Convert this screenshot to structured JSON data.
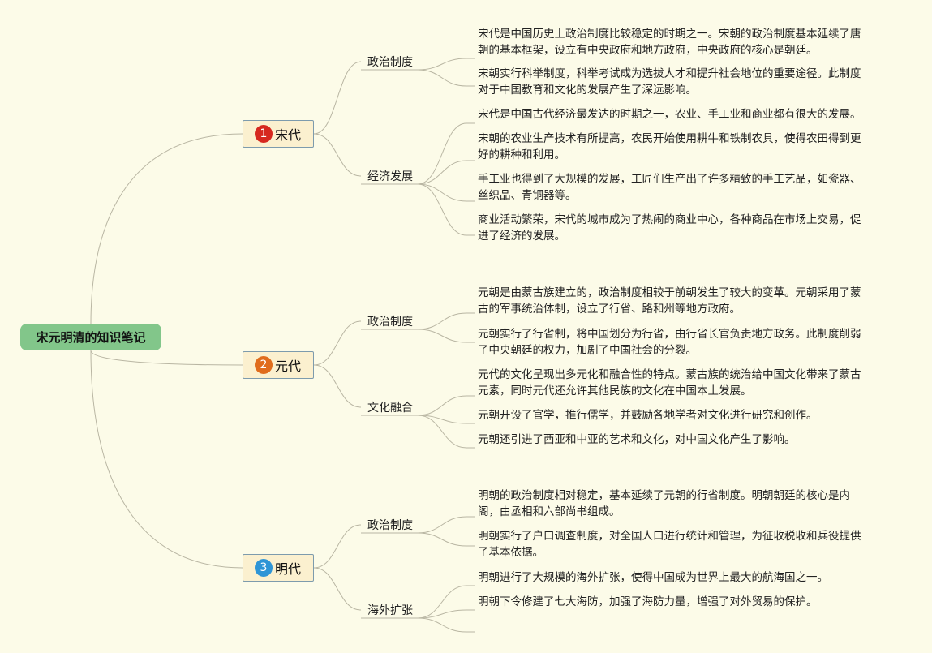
{
  "root": {
    "label": "宋元明清的知识笔记"
  },
  "colors": {
    "root_bg": "#82c68a",
    "line": "#b9b6a3",
    "song_badge": "#d6281f",
    "yuan_badge": "#e06c1d",
    "ming_badge": "#2f95d6"
  },
  "eras": [
    {
      "number": "1",
      "label": "宋代",
      "topics": [
        {
          "label": "政治制度",
          "leaves": [
            "宋代是中国历史上政治制度比较稳定的时期之一。宋朝的政治制度基本延续了唐\n朝的基本框架，设立有中央政府和地方政府，中央政府的核心是朝廷。",
            "宋朝实行科举制度，科举考试成为选拔人才和提升社会地位的重要途径。此制度\n对于中国教育和文化的发展产生了深远影响。"
          ]
        },
        {
          "label": "经济发展",
          "leaves": [
            "宋代是中国古代经济最发达的时期之一，农业、手工业和商业都有很大的发展。",
            "宋朝的农业生产技术有所提高，农民开始使用耕牛和铁制农具，使得农田得到更\n好的耕种和利用。",
            "手工业也得到了大规模的发展，工匠们生产出了许多精致的手工艺品，如瓷器、\n丝织品、青铜器等。",
            "商业活动繁荣，宋代的城市成为了热闹的商业中心，各种商品在市场上交易，促\n进了经济的发展。"
          ]
        }
      ]
    },
    {
      "number": "2",
      "label": "元代",
      "topics": [
        {
          "label": "政治制度",
          "leaves": [
            "元朝是由蒙古族建立的，政治制度相较于前朝发生了较大的变革。元朝采用了蒙\n古的军事统治体制，设立了行省、路和州等地方政府。",
            "元朝实行了行省制，将中国划分为行省，由行省长官负责地方政务。此制度削弱\n了中央朝廷的权力，加剧了中国社会的分裂。"
          ]
        },
        {
          "label": "文化融合",
          "leaves": [
            "元代的文化呈现出多元化和融合性的特点。蒙古族的统治给中国文化带来了蒙古\n元素，同时元代还允许其他民族的文化在中国本土发展。",
            "元朝开设了官学，推行儒学，并鼓励各地学者对文化进行研究和创作。",
            "元朝还引进了西亚和中亚的艺术和文化，对中国文化产生了影响。"
          ]
        }
      ]
    },
    {
      "number": "3",
      "label": "明代",
      "topics": [
        {
          "label": "政治制度",
          "leaves": [
            "明朝的政治制度相对稳定，基本延续了元朝的行省制度。明朝朝廷的核心是内\n阁，由丞相和六部尚书组成。",
            "明朝实行了户口调查制度，对全国人口进行统计和管理，为征收税收和兵役提供\n了基本依据。"
          ]
        },
        {
          "label": "海外扩张",
          "leaves": [
            "明朝进行了大规模的海外扩张，使得中国成为世界上最大的航海国之一。",
            "明朝下令修建了七大海防，加强了海防力量，增强了对外贸易的保护。",
            ""
          ]
        }
      ]
    }
  ]
}
